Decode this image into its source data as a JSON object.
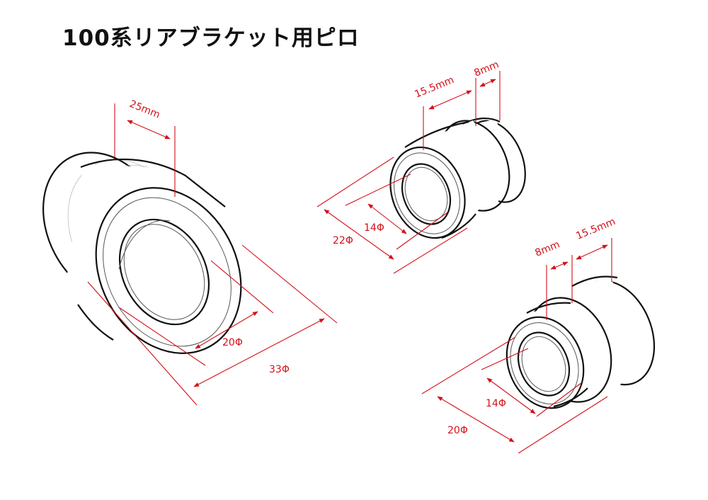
{
  "title": "100系リアブラケット用ピロ",
  "colors": {
    "outline": "#111111",
    "dimension": "#d4101a",
    "background": "#ffffff"
  },
  "parts": {
    "large_collar": {
      "length_label": "25mm",
      "inner_diameter_label": "20Φ",
      "outer_diameter_label": "33Φ"
    },
    "upper_spacer": {
      "long_section_label": "15.5mm",
      "short_section_label": "8mm",
      "inner_diameter_label": "14Φ",
      "outer_diameter_label": "22Φ"
    },
    "lower_spacer": {
      "short_section_label": "8mm",
      "long_section_label": "15.5mm",
      "inner_diameter_label": "14Φ",
      "outer_diameter_label": "20Φ"
    }
  }
}
